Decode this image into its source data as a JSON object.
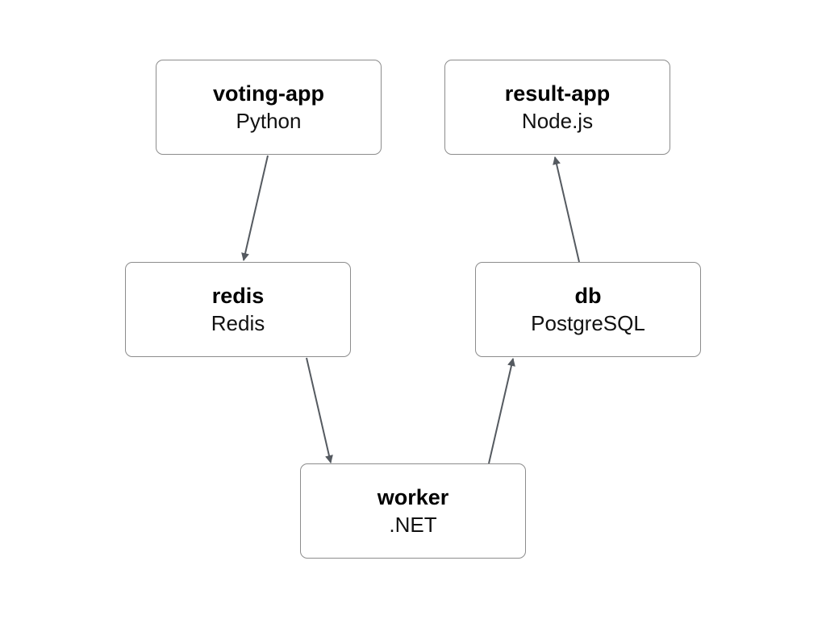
{
  "colors": {
    "edge": "#555a60",
    "node_border": "#8c8c8c"
  },
  "nodes": {
    "voting_app": {
      "name": "voting-app",
      "tech": "Python"
    },
    "result_app": {
      "name": "result-app",
      "tech": "Node.js"
    },
    "redis": {
      "name": "redis",
      "tech": "Redis"
    },
    "db": {
      "name": "db",
      "tech": "PostgreSQL"
    },
    "worker": {
      "name": "worker",
      "tech": ".NET"
    }
  },
  "edges": [
    {
      "from": "voting_app",
      "to": "redis"
    },
    {
      "from": "redis",
      "to": "worker"
    },
    {
      "from": "worker",
      "to": "db"
    },
    {
      "from": "db",
      "to": "result_app"
    }
  ]
}
